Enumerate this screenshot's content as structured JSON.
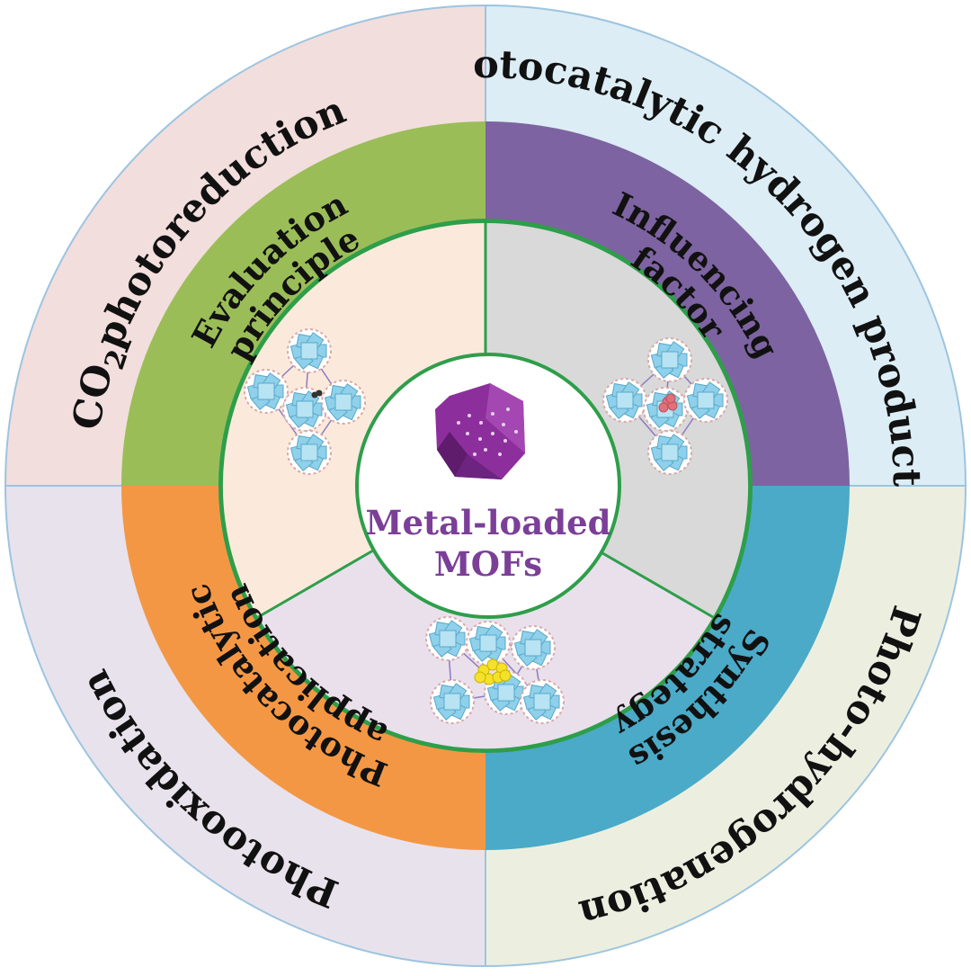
{
  "center": {
    "lines": [
      "Metal-loaded",
      "MOFs"
    ],
    "colors": {
      "text": "#7b3f98",
      "polyhedron": "#8c2f9c",
      "ring": "#2e9e4a"
    }
  },
  "outer_ring": {
    "quadrants": [
      {
        "id": "co2",
        "label_main": "CO",
        "label_sub": "2",
        "label_rest": "photoreduction",
        "color": "#f2dedd"
      },
      {
        "id": "h2",
        "label": "Photocatalytic hydrogen production",
        "color": "#dcedf5"
      },
      {
        "id": "hydrogenation",
        "label": "Photo-hydrogenation",
        "color": "#ecefe0"
      },
      {
        "id": "oxidation",
        "label": "Photooxidation",
        "color": "#e8e2ec"
      }
    ]
  },
  "middle_ring": {
    "sectors": [
      {
        "id": "evaluation",
        "lines": [
          "Evaluation",
          "principle"
        ],
        "color": "#9bbd58"
      },
      {
        "id": "influencing",
        "lines": [
          "Influencing",
          "factor"
        ],
        "color": "#7d63a1"
      },
      {
        "id": "synthesis",
        "lines": [
          "Synthesis",
          "strategy"
        ],
        "color": "#4aaac7"
      },
      {
        "id": "application",
        "lines": [
          "Photocatalytic",
          "application"
        ],
        "color": "#f49744"
      }
    ]
  },
  "inner_ring": {
    "sectors": [
      {
        "id": "peach",
        "color": "#fbeadb"
      },
      {
        "id": "gray",
        "color": "#d9d9d9"
      },
      {
        "id": "lavender",
        "color": "#e9e0ec"
      }
    ],
    "cluster_color": "#8fd0ea",
    "linker_color": "#8b7ac2"
  }
}
